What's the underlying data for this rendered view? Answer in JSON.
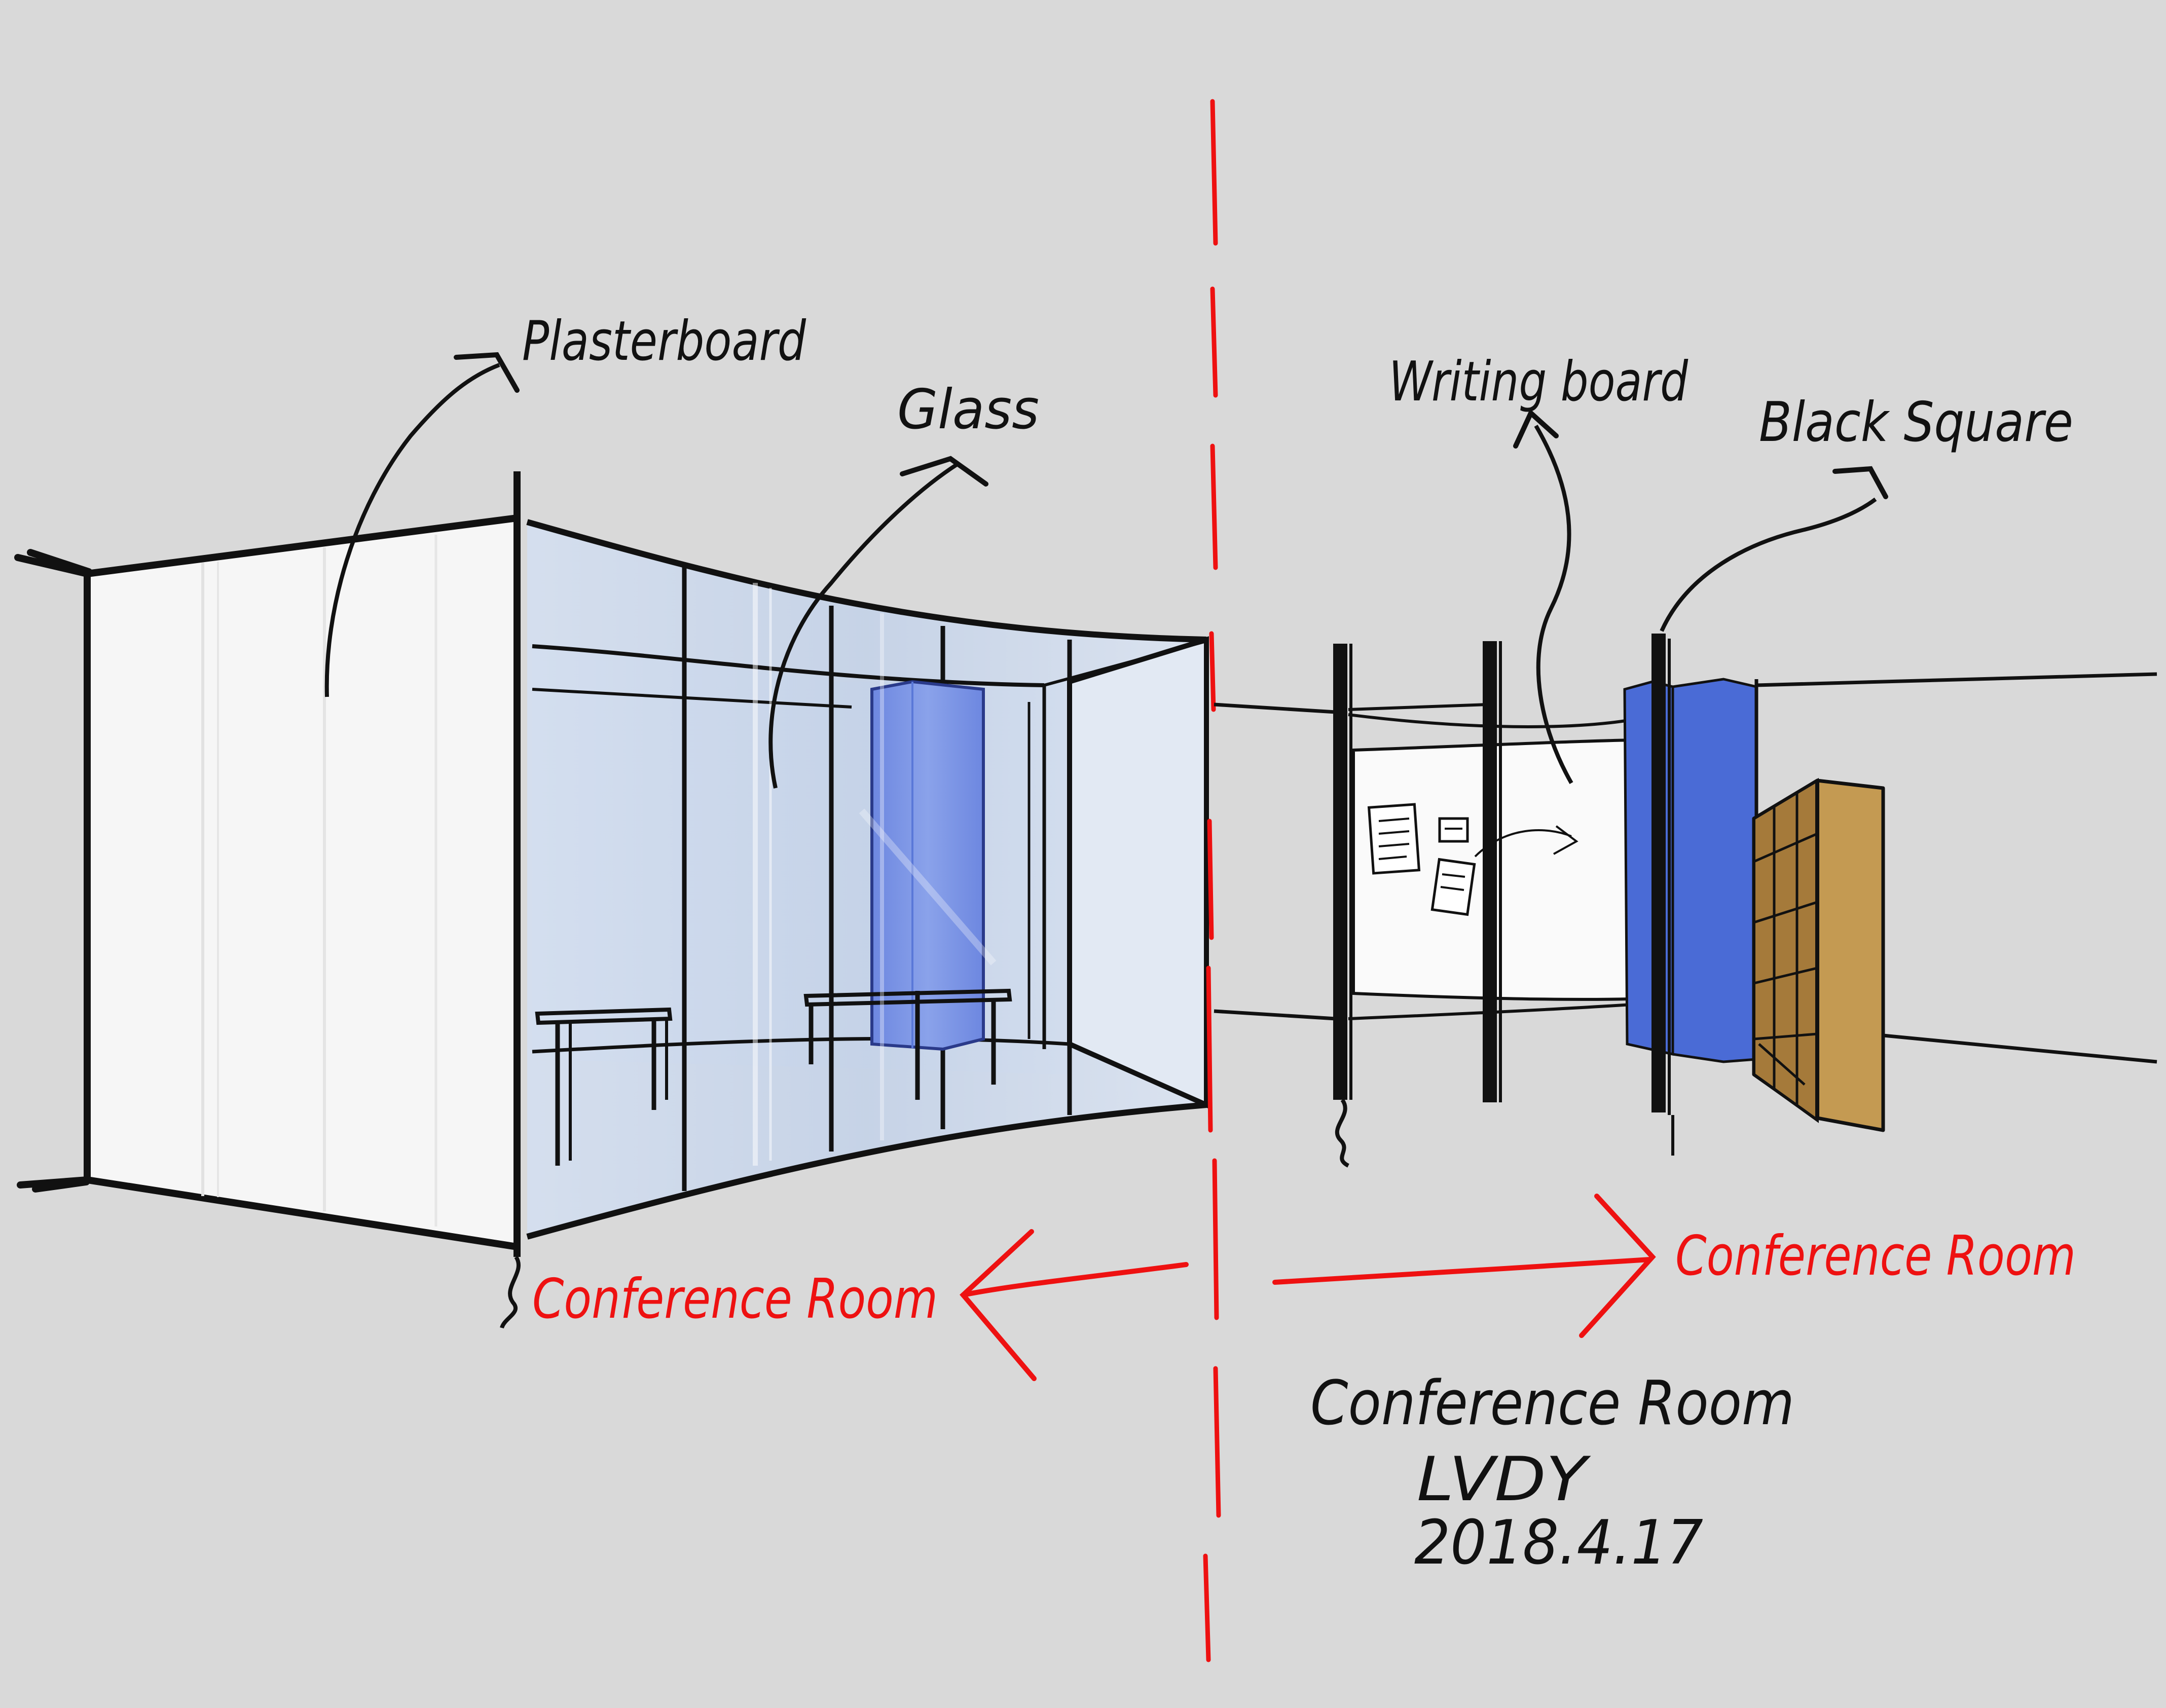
{
  "labels": {
    "plasterboard": "Plasterboard",
    "glass": "Glass",
    "writing_board": "Writing board",
    "black_square": "Black Square",
    "conference_room_left": "Conference Room",
    "conference_room_right": "Conference Room"
  },
  "caption": {
    "title": "Conference Room",
    "author": "LVDY",
    "date": "2018.4.17"
  },
  "colors": {
    "background": "#d9d9d9",
    "divider": "#ee1111",
    "ink": "#111111",
    "glass": "#c9d6e8",
    "blue_panel": "#4a6bd6",
    "wood": "#c49a52",
    "plasterboard": "#f6f6f6"
  }
}
